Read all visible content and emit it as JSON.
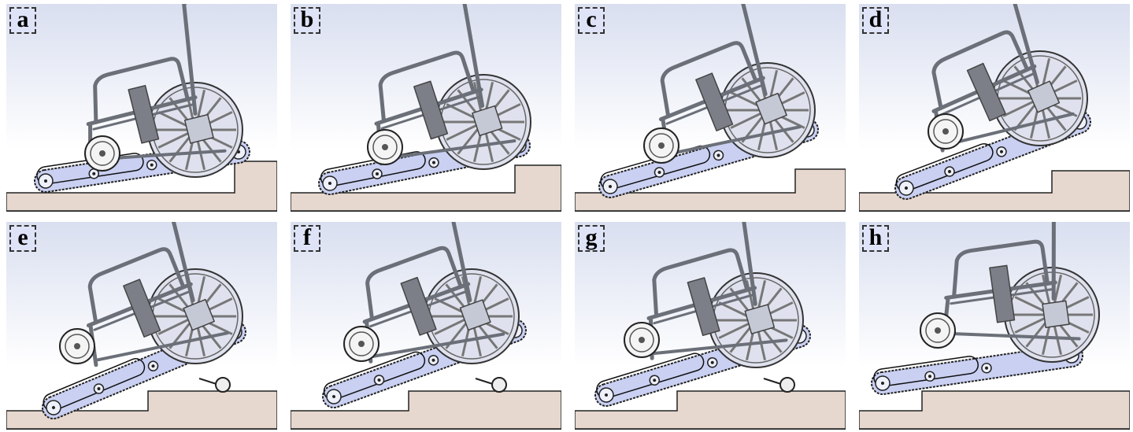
{
  "panels": [
    {
      "label": "a"
    },
    {
      "label": "b"
    },
    {
      "label": "c"
    },
    {
      "label": "d"
    },
    {
      "label": "e"
    },
    {
      "label": "f"
    },
    {
      "label": "g"
    },
    {
      "label": "h"
    }
  ],
  "colors": {
    "sky_top": "#d9dff0",
    "sky_bottom": "#ffffff",
    "ground": "#e6d8cf",
    "track_fill": "#c9d0f2",
    "frame": "#6b6f78",
    "label_bg": "#dfe3f7"
  }
}
